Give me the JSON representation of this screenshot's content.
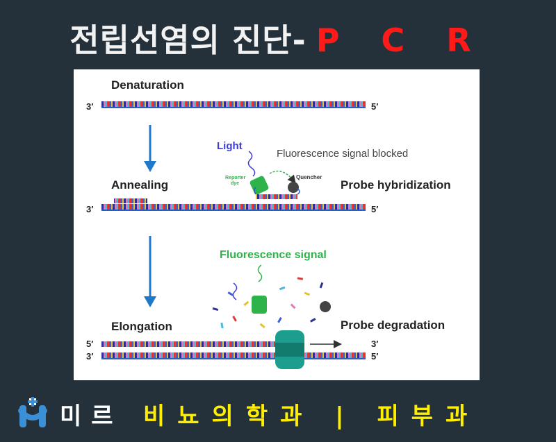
{
  "title": {
    "main": "전립선염의 진단-",
    "accent": "P C R"
  },
  "diagram": {
    "stage1": "Denaturation",
    "stage2": "Annealing",
    "stage3": "Elongation",
    "end3": "3′",
    "end5": "5′",
    "light": "Light",
    "blocked": "Fluorescence signal blocked",
    "reporter_line1": "Reporter",
    "reporter_line2": "dye",
    "quencher": "Quencher",
    "probe_hybridization": "Probe hybridization",
    "signal": "Fluorescence signal",
    "probe_degradation": "Probe degradation"
  },
  "footer": {
    "brand": "미르",
    "dept": "비뇨의학과 | 피부과"
  },
  "colors": {
    "background": "#24313a",
    "accent_red": "#ff1a1a",
    "footer_yellow": "#ffee00",
    "arrow_blue": "#1f78c8",
    "probe_green": "#2db34a",
    "polymerase_teal": "#1b9e8e",
    "light_purple": "#3b3bd1"
  },
  "icons": [
    "mir-logo-icon",
    "down-arrow-icon",
    "reporter-dye-icon",
    "quencher-icon",
    "polymerase-icon"
  ]
}
